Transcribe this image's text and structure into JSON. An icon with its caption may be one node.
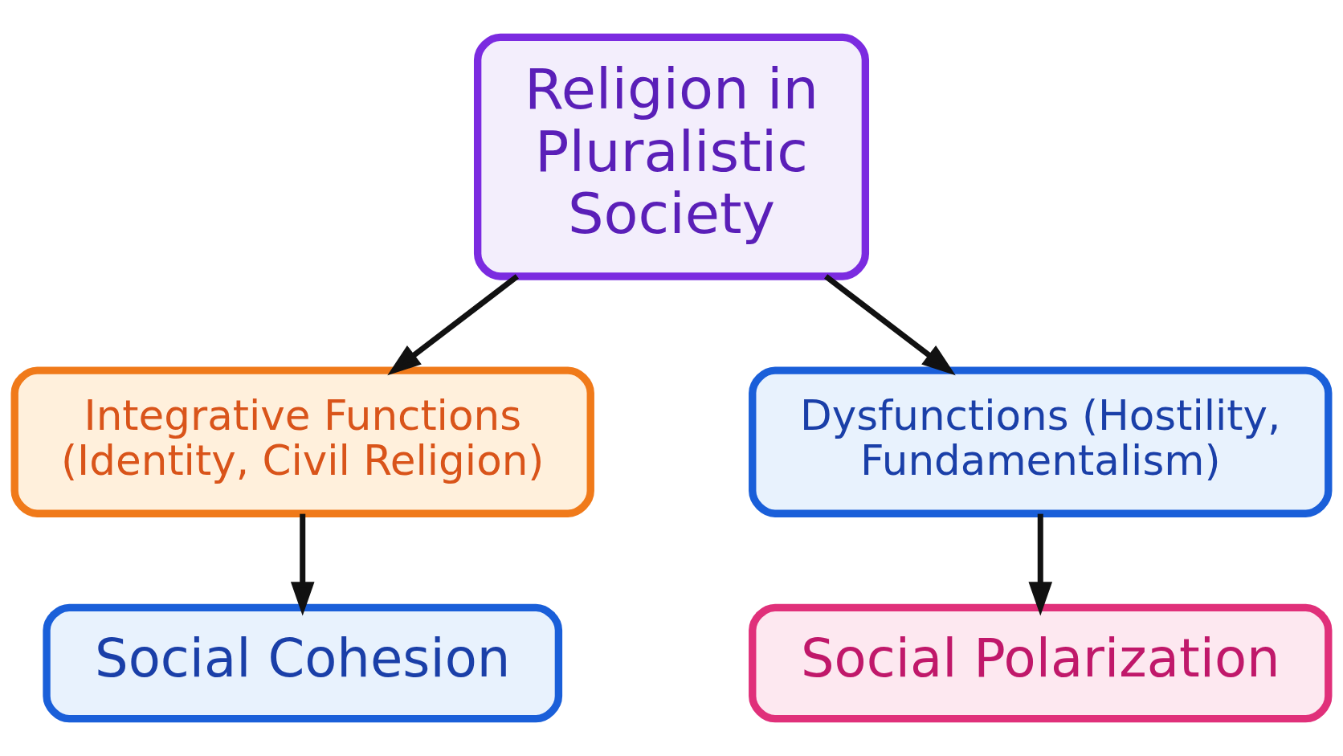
{
  "diagram": {
    "nodes": [
      {
        "text": [
          "Religion in Pluralistic Society"
        ]
      },
      {
        "text": [
          "Integrative Functions (Identity, Civil Religion)"
        ]
      },
      {
        "text": [
          "Dysfunctions (Hostility, Fundamentalism)"
        ]
      },
      {
        "text": [
          "Social Cohesion"
        ]
      },
      {
        "text": [
          "Social Polarization"
        ]
      }
    ],
    "edges": [
      {
        "from": 0,
        "to": 1,
        "arrow": "to"
      },
      {
        "from": 0,
        "to": 2,
        "arrow": "to"
      },
      {
        "from": 1,
        "to": 3,
        "arrow": "to"
      },
      {
        "from": 2,
        "to": 4,
        "arrow": "to"
      }
    ]
  }
}
